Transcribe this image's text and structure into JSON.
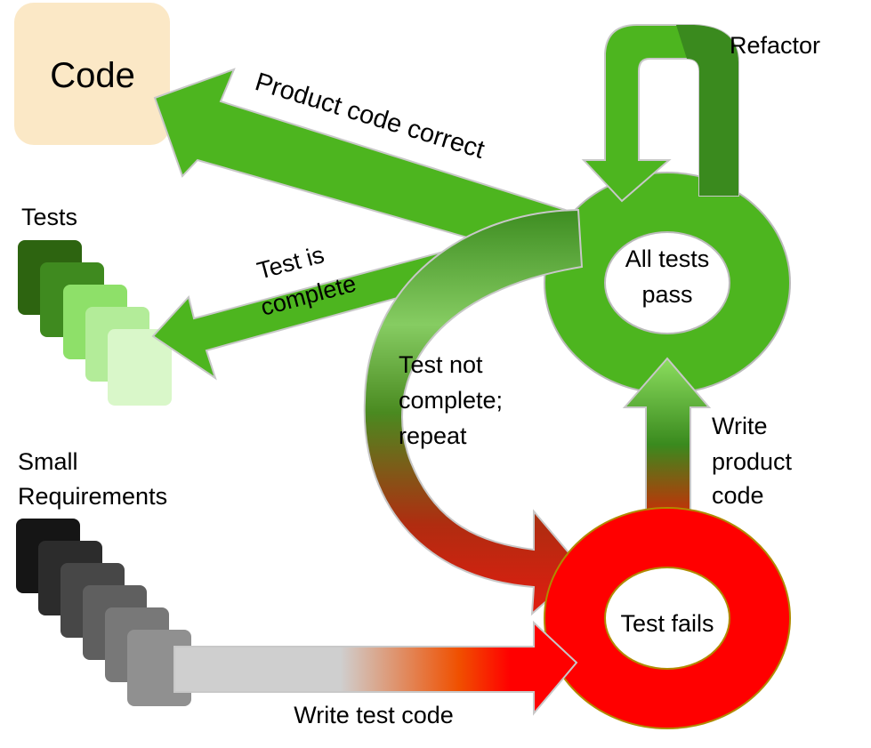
{
  "code_box": {
    "label": "Code"
  },
  "tests_stack": {
    "label": "Tests"
  },
  "requirements_stack": {
    "label_line1": "Small",
    "label_line2": "Requirements"
  },
  "nodes": {
    "pass": {
      "line1": "All tests",
      "line2": "pass"
    },
    "fail": {
      "label": "Test fails"
    }
  },
  "arrows": {
    "product_correct": "Product code correct",
    "test_complete_line1": "Test is",
    "test_complete_line2": "complete",
    "not_complete_line1": "Test not",
    "not_complete_line2": "complete;",
    "not_complete_line3": "repeat",
    "write_product_line1": "Write",
    "write_product_line2": "product",
    "write_product_line3": "code",
    "write_test": "Write test code",
    "refactor": "Refactor"
  },
  "colors": {
    "green": "#4db51f",
    "dark_green": "#3a8a1e",
    "red": "#ff0000",
    "code_box": "#fbe8c6"
  }
}
